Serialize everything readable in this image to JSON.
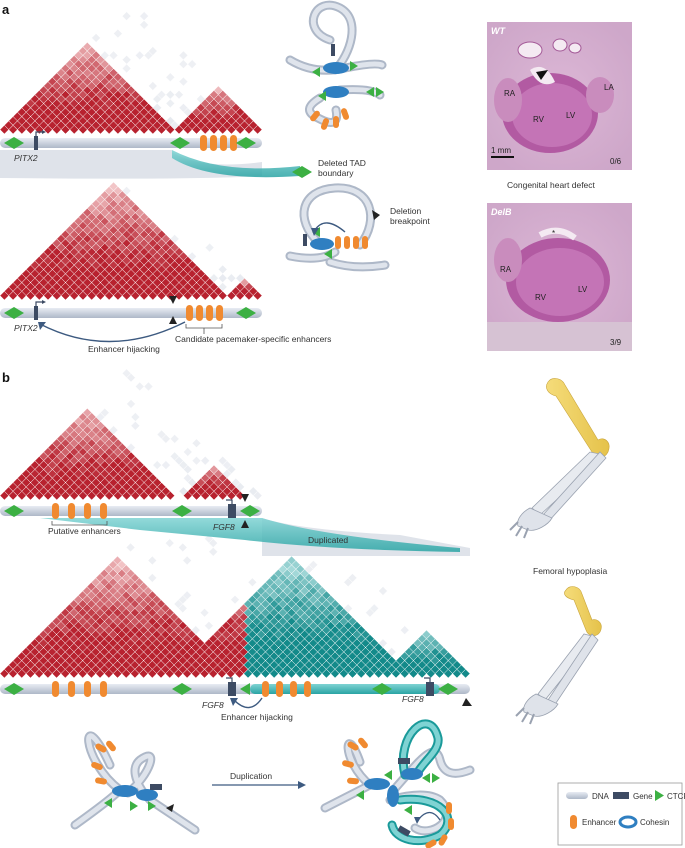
{
  "panels": {
    "a": "a",
    "b": "b"
  },
  "panel_a": {
    "gene_top": "PITX2",
    "gene_bottom": "PITX2",
    "deleted_tad_boundary": "Deleted TAD\nboundary",
    "deletion_breakpoint": "Deletion\nbreakpoint",
    "enhancer_hijacking": "Enhancer hijacking",
    "candidate_enhancers": "Candidate pacemaker-specific enhancers",
    "congenital_heart_defect": "Congenital heart defect",
    "micro_top": {
      "genotype": "WT",
      "ra": "RA",
      "rv": "RV",
      "lv": "LV",
      "la": "LA",
      "scale": "1 mm",
      "ratio": "0/6"
    },
    "micro_bottom": {
      "genotype": "DelB",
      "ra": "RA",
      "rv": "RV",
      "lv": "LV",
      "ratio": "3/9"
    }
  },
  "panel_b": {
    "gene_top": "FGF8",
    "putative_enhancers": "Putative enhancers",
    "duplicated": "Duplicated",
    "femoral_hypoplasia": "Femoral hypoplasia",
    "gene_left": "FGF8",
    "gene_right": "FGF8",
    "enhancer_hijacking": "Enhancer hijacking",
    "duplication": "Duplication"
  },
  "legend": {
    "dna": "DNA",
    "gene": "Gene",
    "ctcf": "CTCF",
    "enhancer": "Enhancer",
    "cohesin": "Cohesin"
  },
  "colors": {
    "red": "#c0303c",
    "teal": "#1a9a9a",
    "enhancer": "#f08a30",
    "ctcf": "#3cb043",
    "cohesin": "#2f7fc1",
    "gene": "#3d4b63",
    "bone": "#f3d77a",
    "tissue": "#a8569b"
  }
}
